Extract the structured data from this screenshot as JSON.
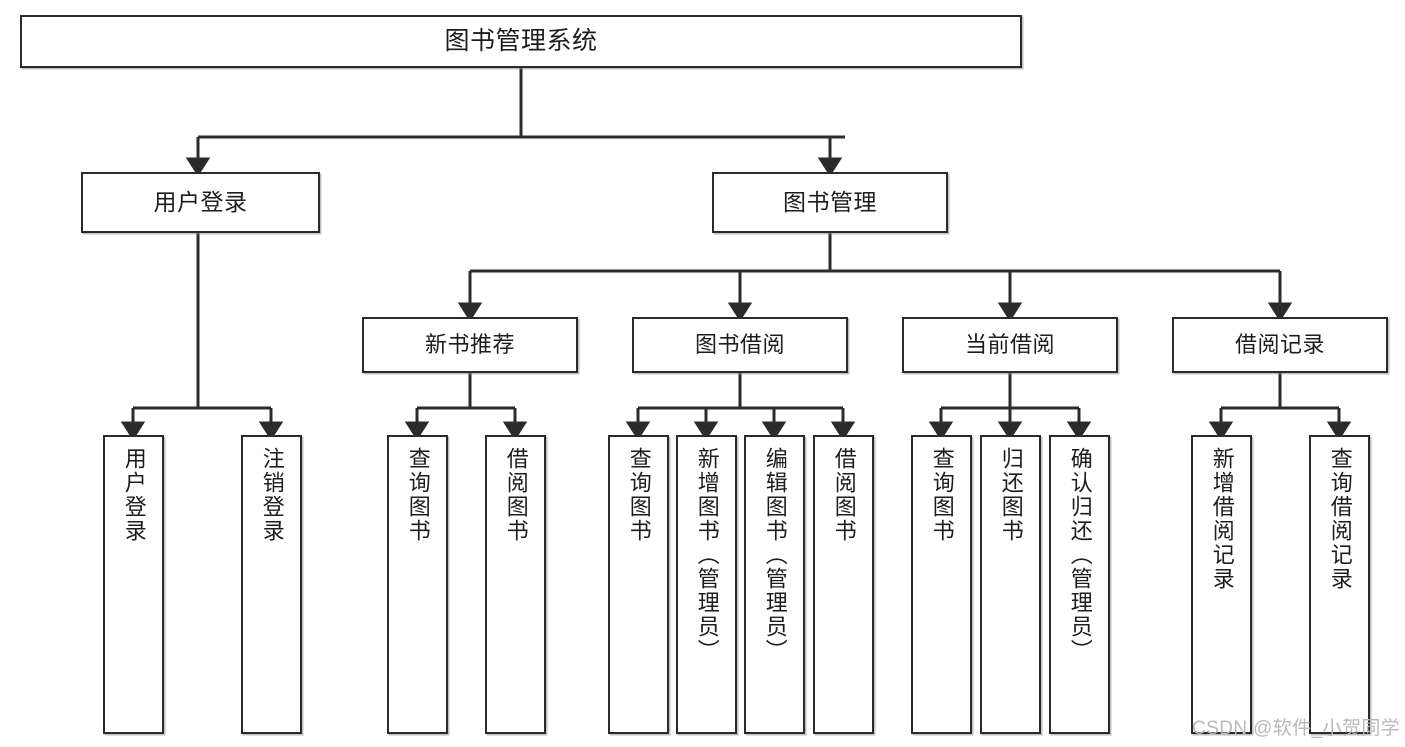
{
  "diagram": {
    "type": "hierarchy-tree",
    "title": "图书管理系统",
    "root": {
      "id": "root",
      "label": "图书管理系统"
    },
    "level2": [
      {
        "id": "user-login",
        "label": "用户登录"
      },
      {
        "id": "book-management",
        "label": "图书管理"
      }
    ],
    "level3": [
      {
        "id": "new-book-recommend",
        "label": "新书推荐",
        "parent": "book-management"
      },
      {
        "id": "book-borrow",
        "label": "图书借阅",
        "parent": "book-management"
      },
      {
        "id": "current-borrow",
        "label": "当前借阅",
        "parent": "book-management"
      },
      {
        "id": "borrow-record",
        "label": "借阅记录",
        "parent": "book-management"
      }
    ],
    "leaves": [
      {
        "id": "leaf-user-login",
        "label": "用户登录",
        "parent": "user-login"
      },
      {
        "id": "leaf-logout",
        "label": "注销登录",
        "parent": "user-login"
      },
      {
        "id": "leaf-query-book-1",
        "label": "查询图书",
        "parent": "new-book-recommend"
      },
      {
        "id": "leaf-borrow-book-1",
        "label": "借阅图书",
        "parent": "new-book-recommend"
      },
      {
        "id": "leaf-query-book-2",
        "label": "查询图书",
        "parent": "book-borrow"
      },
      {
        "id": "leaf-add-book",
        "label": "新增图书（管理员）",
        "parent": "book-borrow"
      },
      {
        "id": "leaf-edit-book",
        "label": "编辑图书（管理员）",
        "parent": "book-borrow"
      },
      {
        "id": "leaf-borrow-book-2",
        "label": "借阅图书",
        "parent": "book-borrow"
      },
      {
        "id": "leaf-query-book-3",
        "label": "查询图书",
        "parent": "current-borrow"
      },
      {
        "id": "leaf-return-book",
        "label": "归还图书",
        "parent": "current-borrow"
      },
      {
        "id": "leaf-confirm-return",
        "label": "确认归还（管理员）",
        "parent": "current-borrow"
      },
      {
        "id": "leaf-add-record",
        "label": "新增借阅记录",
        "parent": "borrow-record"
      },
      {
        "id": "leaf-query-record",
        "label": "查询借阅记录",
        "parent": "borrow-record"
      }
    ]
  },
  "watermark": {
    "text": "CSDN @软件_小贺同学"
  },
  "colors": {
    "stroke": "#2b2b2b",
    "background": "#ffffff",
    "text": "#1d1d1d",
    "watermark": "#b9b9b9"
  }
}
